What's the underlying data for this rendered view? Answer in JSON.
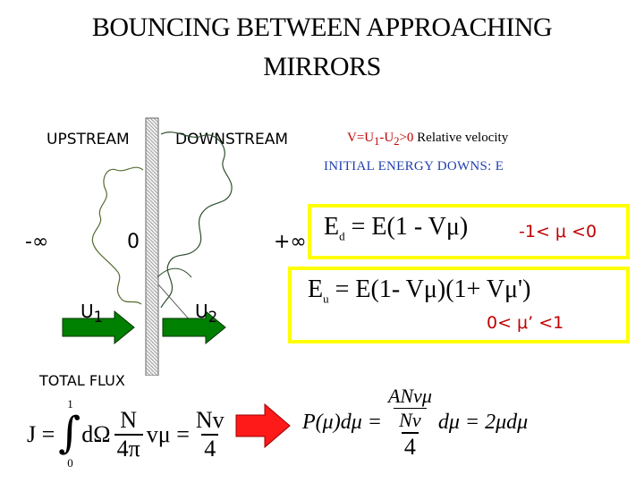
{
  "title": {
    "line1": "BOUNCING BETWEEN APPROACHING",
    "line2": "MIRRORS"
  },
  "regions": {
    "upstream": "UPSTREAM",
    "downstream": "DOWNSTREAM",
    "minus_inf": "-∞",
    "zero": "0",
    "plus_inf": "+∞"
  },
  "velocity_note": {
    "prefix": "V=U",
    "sub1": "1",
    "dash": "-U",
    "sub2": "2",
    "suffix": ">0",
    "tail": " Relative velocity"
  },
  "initial_energy": "INITIAL ENERGY DOWNS: E",
  "flows": {
    "u1": "U",
    "u1_sub": "1",
    "u2": "U",
    "u2_sub": "2"
  },
  "equations": {
    "ed": {
      "lhs": "E",
      "lhs_sub": "d",
      "rhs": "= E(1 - Vμ)"
    },
    "ed_range": "-1< μ <0",
    "eu": {
      "lhs": "E",
      "lhs_sub": "u",
      "rhs": "= E(1- Vμ)(1+ Vμ')"
    },
    "eu_range": "0< μ’ <1"
  },
  "total_flux": {
    "label": "TOTAL FLUX",
    "J": "J =",
    "int_upper": "1",
    "int_lower": "0",
    "dOmega": "dΩ",
    "frac1_num": "N",
    "frac1_den": "4π",
    "vmu": "vμ =",
    "frac2_num": "Nv",
    "frac2_den": "4"
  },
  "probability": {
    "lhs": "P(μ)dμ =",
    "outer_num_num": "ANvμ",
    "outer_num_den": "Nv",
    "outer_den": "4",
    "rhs": "dμ = 2μdμ"
  },
  "colors": {
    "arrow_green": "#008000",
    "arrow_red": "#ff1a1a",
    "box_border": "#ffff00",
    "velocity_red": "#c00000",
    "energy_blue": "#1f3fb0"
  }
}
